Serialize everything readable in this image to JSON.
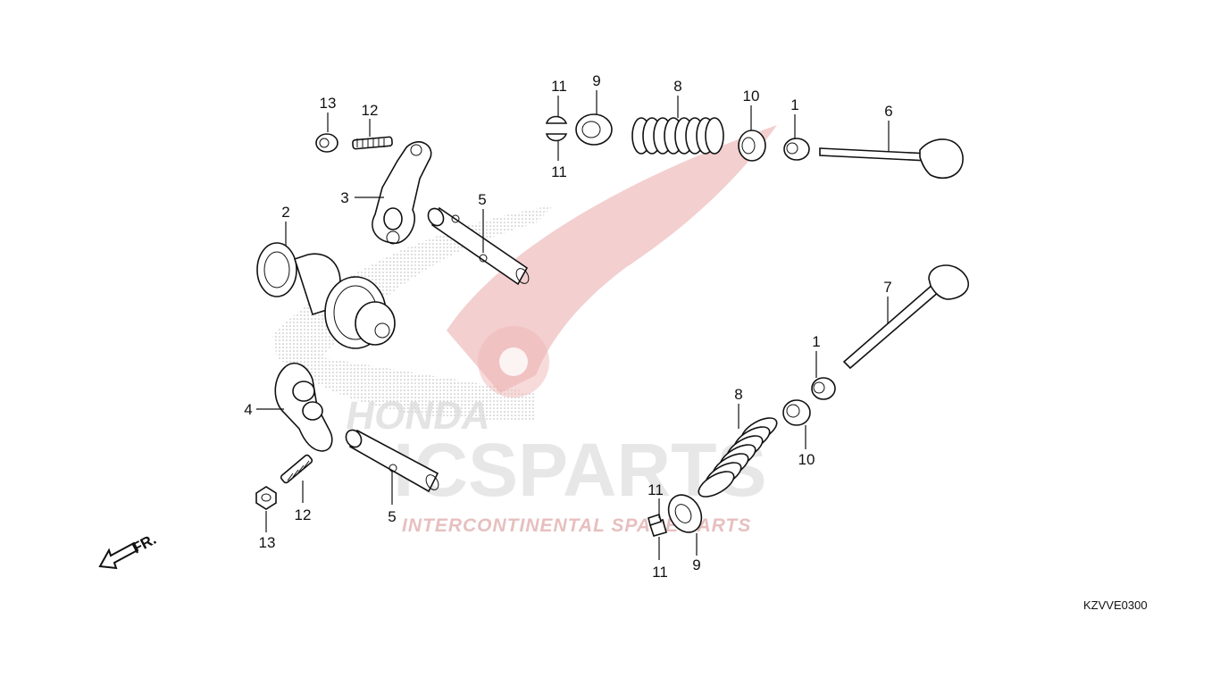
{
  "diagram_code": "KZVVE0300",
  "front_arrow_label": "FR.",
  "watermark": {
    "brand": "HONDA",
    "main": "ICSPARTS",
    "sub": "INTERCONTINENTAL SPARE PARTS"
  },
  "callouts": [
    {
      "id": "c13a",
      "text": "13"
    },
    {
      "id": "c12a",
      "text": "12"
    },
    {
      "id": "c3",
      "text": "3"
    },
    {
      "id": "c2",
      "text": "2"
    },
    {
      "id": "c5a",
      "text": "5"
    },
    {
      "id": "c4",
      "text": "4"
    },
    {
      "id": "c12b",
      "text": "12"
    },
    {
      "id": "c13b",
      "text": "13"
    },
    {
      "id": "c5b",
      "text": "5"
    },
    {
      "id": "c11a",
      "text": "11"
    },
    {
      "id": "c11b",
      "text": "11"
    },
    {
      "id": "c9a",
      "text": "9"
    },
    {
      "id": "c8a",
      "text": "8"
    },
    {
      "id": "c10a",
      "text": "10"
    },
    {
      "id": "c1a",
      "text": "1"
    },
    {
      "id": "c6",
      "text": "6"
    },
    {
      "id": "c7",
      "text": "7"
    },
    {
      "id": "c1b",
      "text": "1"
    },
    {
      "id": "c8b",
      "text": "8"
    },
    {
      "id": "c10b",
      "text": "10"
    },
    {
      "id": "c11c",
      "text": "11"
    },
    {
      "id": "c11d",
      "text": "11"
    },
    {
      "id": "c9b",
      "text": "9"
    }
  ]
}
